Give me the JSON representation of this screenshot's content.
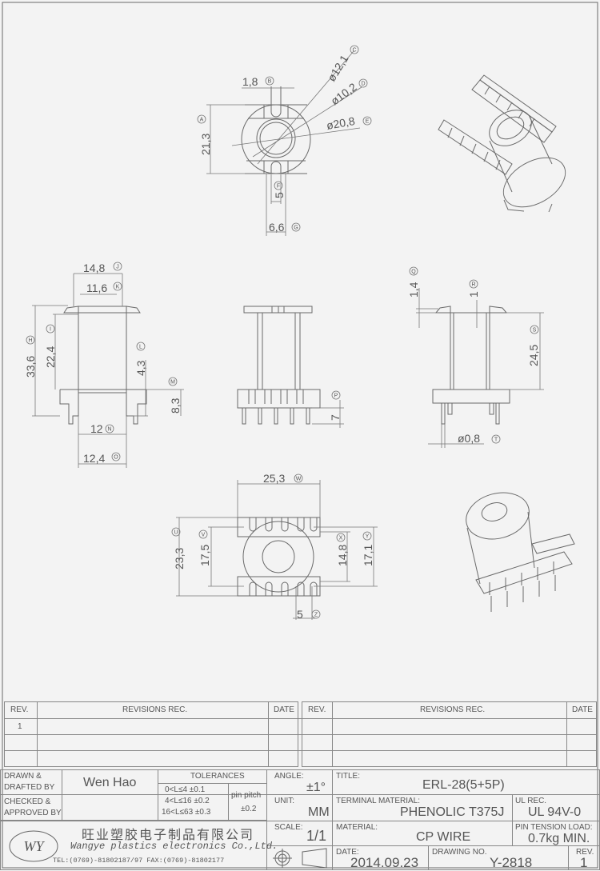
{
  "dimensions": {
    "A": {
      "value": "21,3",
      "tag": "A"
    },
    "B": {
      "value": "1,8",
      "tag": "B"
    },
    "C": {
      "value": "ø12,1",
      "tag": "C"
    },
    "D": {
      "value": "ø10,2",
      "tag": "D"
    },
    "E": {
      "value": "ø20,8",
      "tag": "E"
    },
    "F": {
      "value": "5",
      "tag": "F"
    },
    "G": {
      "value": "6,6",
      "tag": "G"
    },
    "H": {
      "value": "33,6",
      "tag": "H"
    },
    "I": {
      "value": "22,4",
      "tag": "I"
    },
    "J": {
      "value": "14,8",
      "tag": "J"
    },
    "K": {
      "value": "11,6",
      "tag": "K"
    },
    "L": {
      "value": "4,3",
      "tag": "L"
    },
    "M": {
      "value": "8,3",
      "tag": "M"
    },
    "N": {
      "value": "12",
      "tag": "N"
    },
    "O": {
      "value": "12,4",
      "tag": "O"
    },
    "P": {
      "value": "7",
      "tag": "P"
    },
    "Q": {
      "value": "1,4",
      "tag": "Q"
    },
    "R": {
      "value": "1",
      "tag": "R"
    },
    "S": {
      "value": "24,5",
      "tag": "S"
    },
    "T": {
      "value": "ø0,8",
      "tag": "T"
    },
    "U": {
      "value": "23,3",
      "tag": "U"
    },
    "V": {
      "value": "17,5",
      "tag": "V"
    },
    "W": {
      "value": "25,3",
      "tag": "W"
    },
    "X": {
      "value": "14,8",
      "tag": "X"
    },
    "Y": {
      "value": "17,1",
      "tag": "Y"
    },
    "Z": {
      "value": "5",
      "tag": "Z"
    }
  },
  "revisions": {
    "rev_header": "REV.",
    "rec_header": "REVISIONS   REC.",
    "date_header": "DATE",
    "rows": [
      {
        "rev": "1"
      }
    ]
  },
  "title_block": {
    "drawn_label": "DRAWN &",
    "drafted_label": "DRAFTED BY",
    "drawn_by": "Wen Hao",
    "checked_label": "CHECKED &",
    "approved_label": "APPROVED BY",
    "tolerances_label": "TOLERANCES",
    "tolerances": [
      "0<L≤4   ±0.1",
      "4<L≤16  ±0.2",
      "16<L≤63  ±0.3"
    ],
    "pin_pitch_label": "pin pitch",
    "pin_pitch_value": "±0.2",
    "angle_label": "ANGLE:",
    "angle_value": "±1°",
    "unit_label": "UNIT:",
    "unit_value": "MM",
    "scale_label": "SCALE:",
    "scale_value": "1/1",
    "title_label": "TITLE:",
    "title_value": "ERL-28(5+5P)",
    "terminal_material_label": "TERMINAL MATERIAL:",
    "terminal_material_value": "PHENOLIC T375J",
    "ul_label": "UL REC.",
    "ul_value": "UL 94V-0",
    "material_label": "MATERIAL:",
    "material_value": "CP WIRE",
    "pin_tension_label": "PIN TENSION LOAD:",
    "pin_tension_value": "0.7kg  MIN.",
    "date_label": "DATE:",
    "date_value": "2014.09.23",
    "drawing_no_label": "DRAWING NO.",
    "drawing_no_value": "Y-2818",
    "rev_label": "REV.",
    "rev_value": "1",
    "company_cn": "旺业塑胶电子制品有限公司",
    "company_en": "Wangye plastics electronics Co.,Ltd.",
    "contact": "TEL:(0769)-81802187/97  FAX:(0769)-81802177",
    "logo_text": "WY"
  }
}
